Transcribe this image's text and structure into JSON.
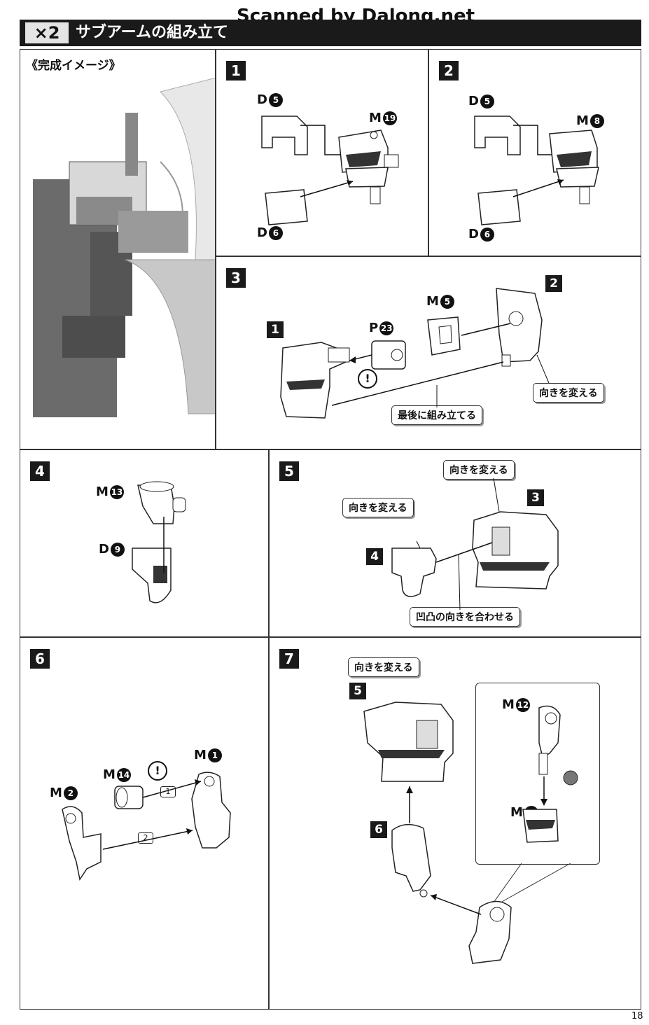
{
  "watermark": "Scanned by Dalong.net",
  "header": {
    "multiplier": "×2",
    "title": "サブアームの組み立て"
  },
  "image_panel": {
    "title": "《完成イメージ》"
  },
  "steps": {
    "s1": {
      "number": "1",
      "labels": {
        "d5": "D",
        "d5n": "5",
        "m19": "M",
        "m19n": "19",
        "d6": "D",
        "d6n": "6"
      }
    },
    "s2": {
      "number": "2",
      "labels": {
        "d5": "D",
        "d5n": "5",
        "m8": "M",
        "m8n": "8",
        "d6": "D",
        "d6n": "6"
      }
    },
    "s3": {
      "number": "3",
      "ref1": "1",
      "ref2": "2",
      "p23": "P",
      "p23n": "23",
      "m5": "M",
      "m5n": "5",
      "caution": "!",
      "note_last": "最後に組み立てる",
      "note_turn": "向きを変える"
    },
    "s4": {
      "number": "4",
      "m13": "M",
      "m13n": "13",
      "d9": "D",
      "d9n": "9"
    },
    "s5": {
      "number": "5",
      "ref3": "3",
      "ref4": "4",
      "note_turn_a": "向きを変える",
      "note_turn_b": "向きを変える",
      "note_align": "凹凸の向きを合わせる"
    },
    "s6": {
      "number": "6",
      "m14": "M",
      "m14n": "14",
      "m1": "M",
      "m1n": "1",
      "m2": "M",
      "m2n": "2",
      "caution": "!",
      "order1": "1",
      "order2": "2"
    },
    "s7": {
      "number": "7",
      "ref5": "5",
      "ref6": "6",
      "note_turn": "向きを変える",
      "m12": "M",
      "m12n": "12",
      "m17": "M",
      "m17n": "17"
    }
  },
  "page_number": "18"
}
